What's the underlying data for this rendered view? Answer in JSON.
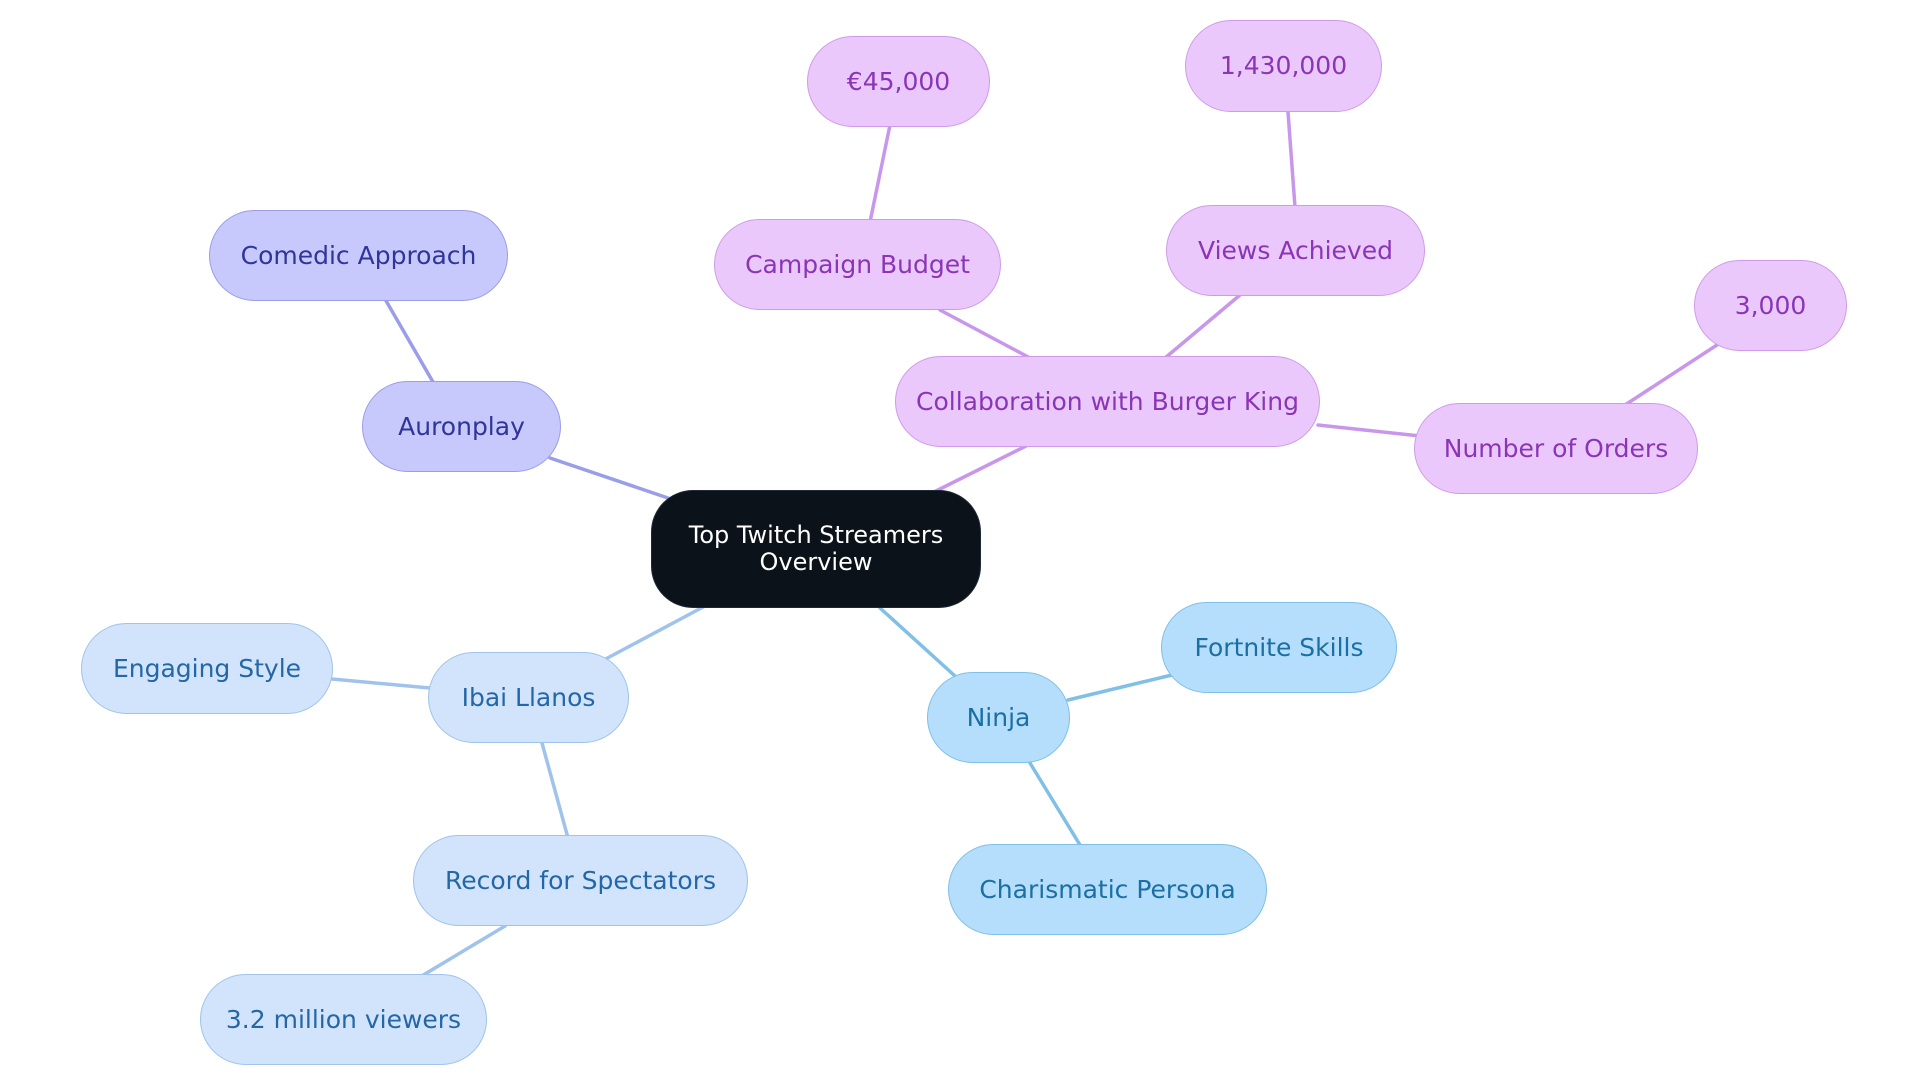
{
  "colors": {
    "root_bg": "#0b1219",
    "purple_fill": "#ebc8fc",
    "purple_edge": "#c896ea",
    "indigo_fill": "#c7c9fd",
    "indigo_edge": "#9a9de8",
    "lightblue_fill": "#d1e4fb",
    "lightblue_edge": "#9fc3ea",
    "cyan_fill": "#b4defb",
    "cyan_edge": "#80bfe6"
  },
  "nodes": {
    "root": {
      "line1": "Top Twitch Streamers",
      "line2": "Overview"
    },
    "auronplay": "Auronplay",
    "comedic_approach": "Comedic Approach",
    "burger_king": "Collaboration with Burger King",
    "campaign_budget": "Campaign Budget",
    "budget_value": "€45,000",
    "views_achieved": "Views Achieved",
    "views_value": "1,430,000",
    "number_of_orders": "Number of Orders",
    "orders_value": "3,000",
    "ibai_llanos": "Ibai Llanos",
    "engaging_style": "Engaging Style",
    "record_spectators": "Record for Spectators",
    "million_viewers": "3.2 million viewers",
    "ninja": "Ninja",
    "fortnite_skills": "Fortnite Skills",
    "charismatic_persona": "Charismatic Persona"
  }
}
